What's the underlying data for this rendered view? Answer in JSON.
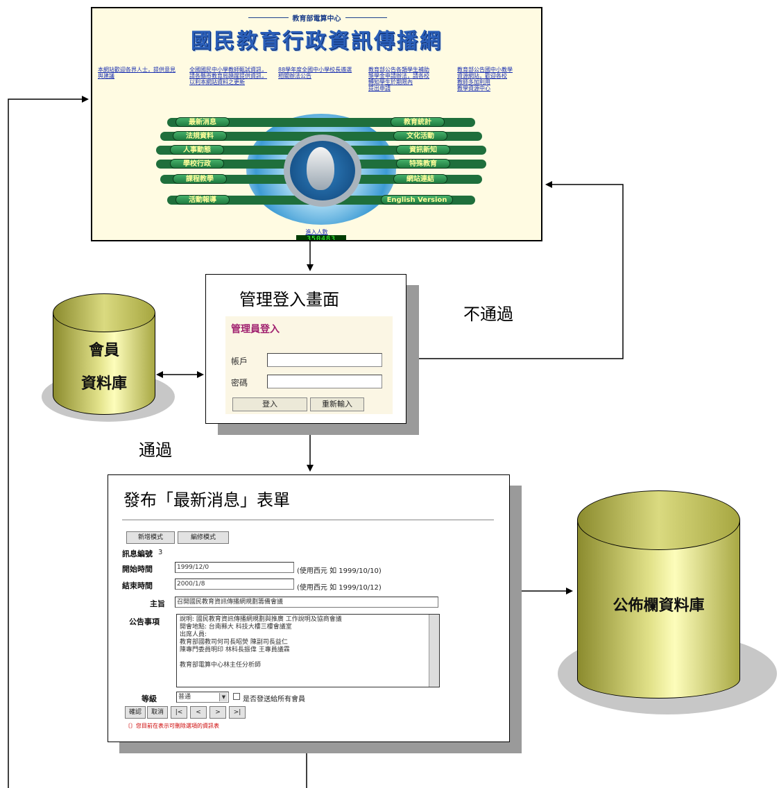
{
  "portal": {
    "subtitle": "教育部電算中心",
    "title": "國民教育行政資訊傳播網",
    "news": [
      [
        "本網站歡迎各界人士，提供意見與建議"
      ],
      [
        "全國國民中小學教師甄試資訊，",
        "請各縣市教育局踴躍提供資訊，",
        "以利本網站資料之更新"
      ],
      [
        "88學年度全國中小學校長遴選",
        "相關辦法公告"
      ],
      [
        "教育部公告各類學生補助",
        "獎學金申請辦法，請各校",
        "轉知學生於期限內",
        "提出申請"
      ],
      [
        "教育部公告國中小教學",
        "資源網站，歡迎各校",
        "教師多加利用",
        "教學資源中心"
      ]
    ],
    "left_buttons": [
      "最新消息",
      "法規資料",
      "人事動態",
      "學校行政",
      "課程教學",
      "活動報導"
    ],
    "right_buttons": [
      "教育統計",
      "文化活動",
      "資訊新知",
      "特殊教育",
      "網站連結",
      "English Version"
    ],
    "counter_label": "進入人數",
    "counter": "350483"
  },
  "login_box": {
    "title": "管理登入畫面",
    "form_title": "管理員登入",
    "account_label": "帳戶",
    "password_label": "密碼",
    "login_button": "登入",
    "reset_button": "重新輸入"
  },
  "member_db": {
    "line1": "會員",
    "line2": "資料庫"
  },
  "fail_label": "不通過",
  "pass_label": "通過",
  "form_box": {
    "title": "發布「最新消息」表單",
    "mode_button_1": "新增模式",
    "mode_button_2": "編修模式",
    "msg_id_label": "訊息編號",
    "msg_id_value": "3",
    "start_label": "開始時間",
    "start_value": "1999/12/0",
    "start_hint": "(使用西元 如 1999/10/10)",
    "end_label": "結束時間",
    "end_value": "2000/1/8",
    "end_hint": "(使用西元 如 1999/10/12)",
    "subject_label": "主旨",
    "subject_value": "召開國民教育資訊傳播網規劃籌備會議",
    "notice_label": "公告事項",
    "notice_lines": [
      "說明: 國民教育資訊傳播網規劃與推廣 工作說明及協商會議",
      "開會地點: 台南縣大 科技大樓三樓會議室",
      "出席人員:",
      "教育部國教司何司長昭熒 陳副司長益仁",
      "陳專門委員明印 林科長振偉 王專員議霖",
      "",
      "教育部電算中心林主任分析師"
    ],
    "level_label": "等級",
    "level_value": "普通",
    "checkbox_label": "是否發送給所有會員",
    "nav_buttons": [
      "確認",
      "取消",
      "|<",
      "<",
      ">",
      ">|"
    ],
    "red_note": "〔〕您目前在表示可刪除選項的資訊表"
  },
  "board_db": {
    "label": "公佈欄資料庫"
  }
}
